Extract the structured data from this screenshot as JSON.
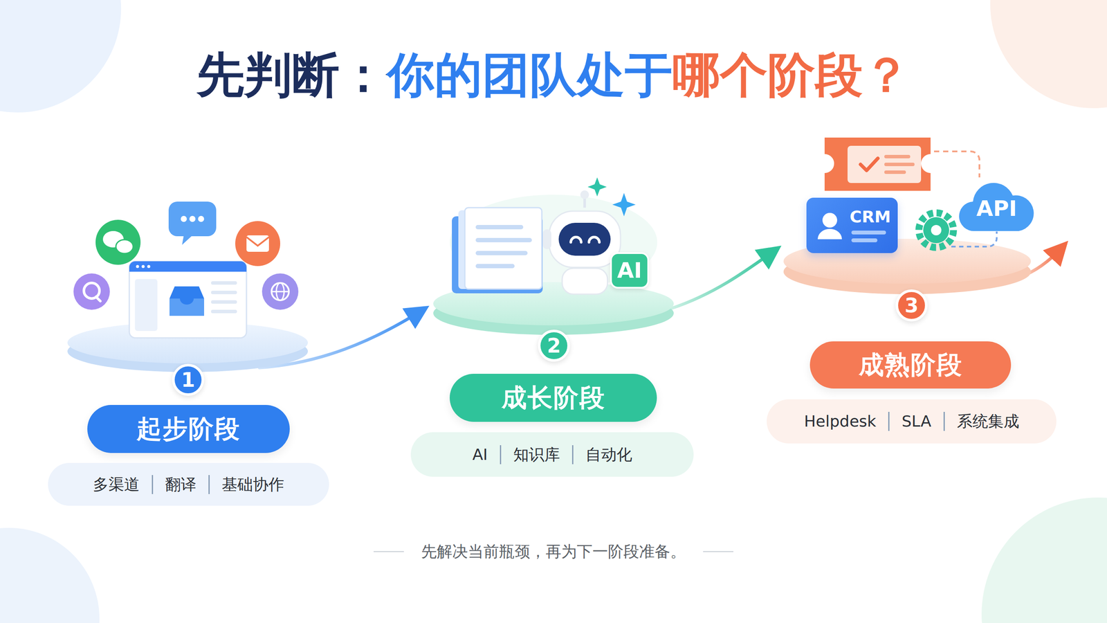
{
  "diagram": {
    "title": "先判断：你的团队处于哪个阶段？",
    "caption": "先解决当前瓶颈，再为下一阶段准备。",
    "nodes": [
      {
        "text": [
          "1"
        ]
      },
      {
        "text": [
          "起步阶段"
        ]
      },
      {
        "text": [
          "多渠道",
          "翻译",
          "基础协作"
        ]
      },
      {
        "text": [
          "AI"
        ]
      },
      {
        "text": [
          "2"
        ]
      },
      {
        "text": [
          "成长阶段"
        ]
      },
      {
        "text": [
          "AI",
          "知识库",
          "自动化"
        ]
      },
      {
        "text": [
          "CRM"
        ]
      },
      {
        "text": [
          "API"
        ]
      },
      {
        "text": [
          "3"
        ]
      },
      {
        "text": [
          "成熟阶段"
        ]
      },
      {
        "text": [
          "Helpdesk",
          "SLA",
          "系统集成"
        ]
      }
    ]
  }
}
